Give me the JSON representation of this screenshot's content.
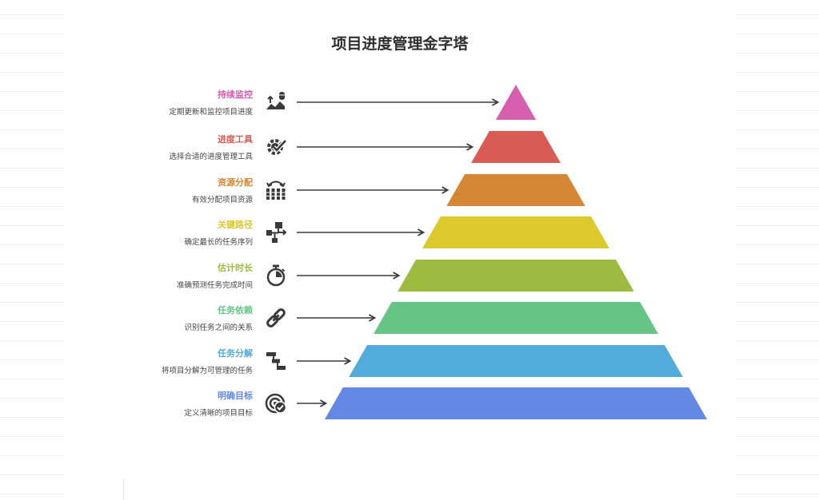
{
  "title": "项目进度管理金字塔",
  "levels": [
    {
      "title": "持续监控",
      "desc": "定期更新和监控项目进度",
      "color": "#d65fb0",
      "icon": "monitoring-icon"
    },
    {
      "title": "进度工具",
      "desc": "选择合适的进度管理工具",
      "color": "#d95c54",
      "icon": "gear-check-icon"
    },
    {
      "title": "资源分配",
      "desc": "有效分配项目资源",
      "color": "#d58736",
      "icon": "resource-allocation-icon"
    },
    {
      "title": "关键路径",
      "desc": "确定最长的任务序列",
      "color": "#dcc92b",
      "icon": "flowchart-icon"
    },
    {
      "title": "估计时长",
      "desc": "准确预测任务完成时间",
      "color": "#9dbb40",
      "icon": "stopwatch-icon"
    },
    {
      "title": "任务依赖",
      "desc": "识别任务之间的关系",
      "color": "#66c585",
      "icon": "chain-link-icon"
    },
    {
      "title": "任务分解",
      "desc": "将项目分解为可管理的任务",
      "color": "#53abdb",
      "icon": "gantt-icon"
    },
    {
      "title": "明确目标",
      "desc": "定义清晰的项目目标",
      "color": "#6389e4",
      "icon": "target-check-icon"
    }
  ]
}
